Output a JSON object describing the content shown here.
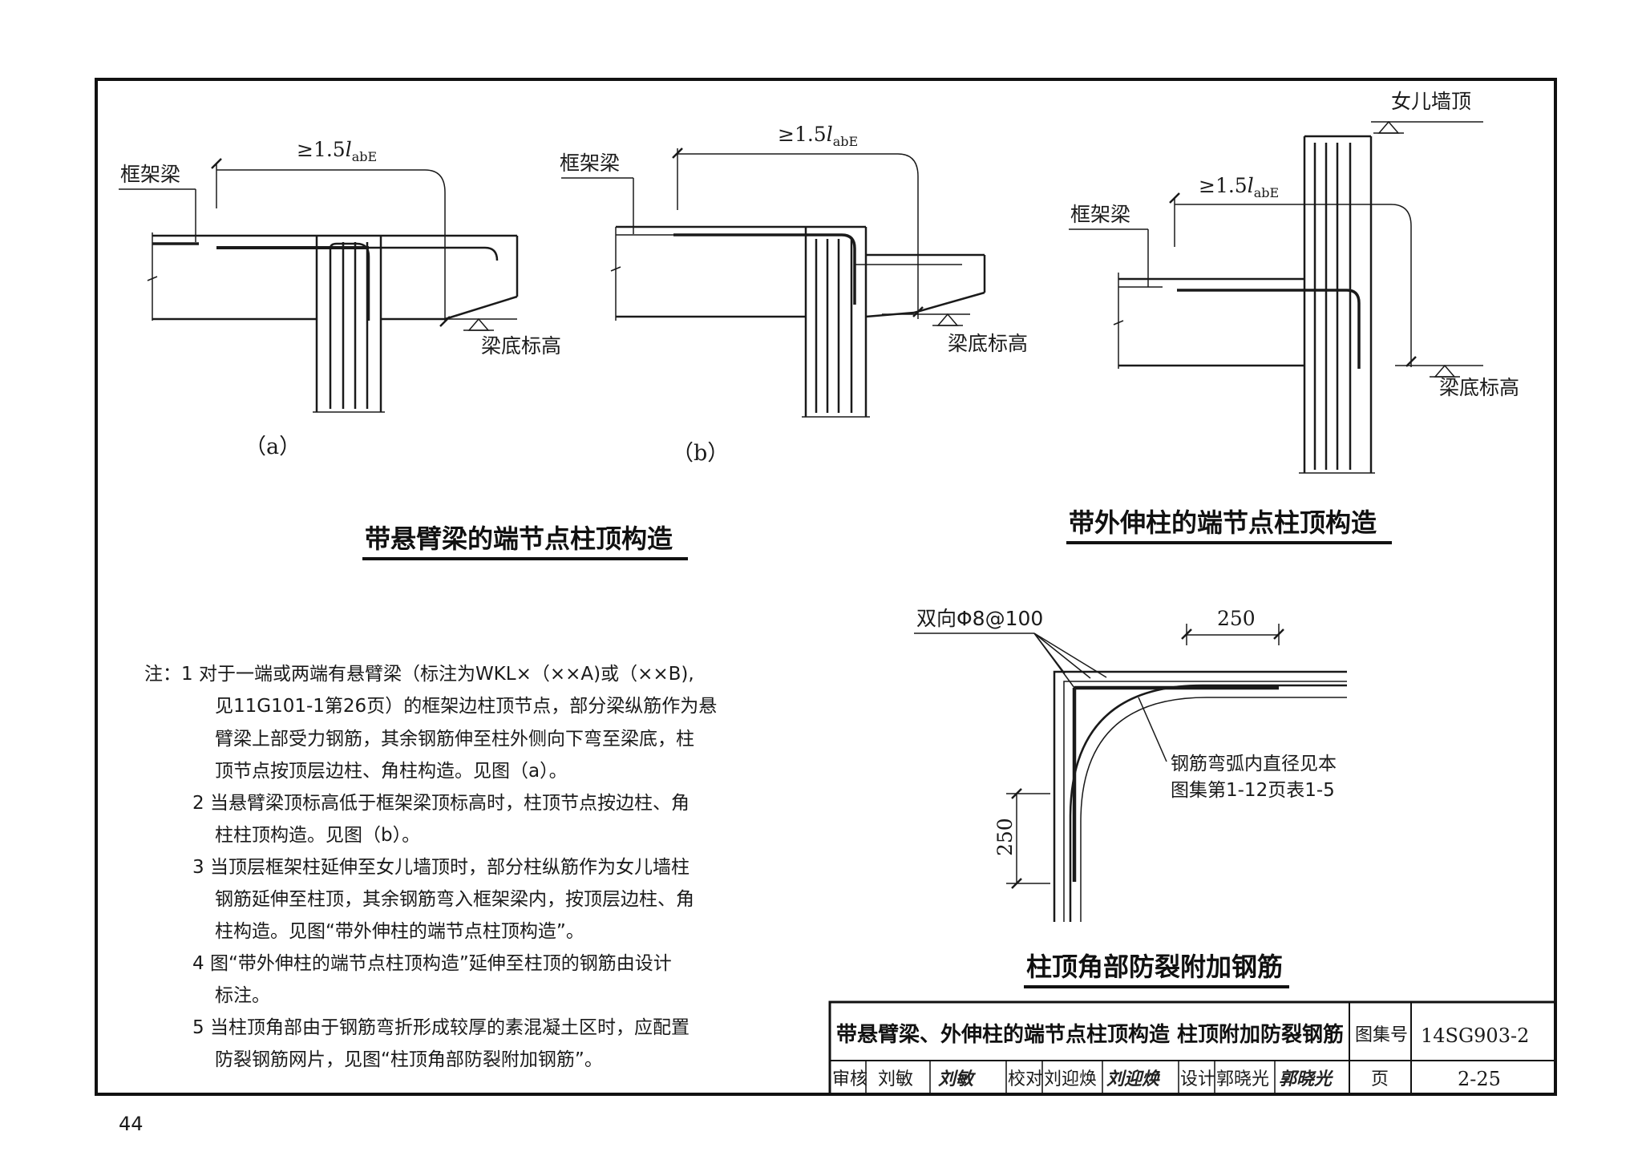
{
  "page_number": "44",
  "labels": {
    "frame_beam": "框架梁",
    "beam_bottom": "梁底标高",
    "parapet_top": "女儿墙顶",
    "anchor_ge": "≥1.5",
    "anchor_l": "l",
    "anchor_sub": "abE"
  },
  "captions": {
    "a": "（a）",
    "b": "（b）"
  },
  "headings": {
    "cantilever": "带悬臂梁的端节点柱顶构造",
    "extended": "带外伸柱的端节点柱顶构造",
    "anticrack": "柱顶角部防裂附加钢筋"
  },
  "detail_c": {
    "mesh_label": "双向Φ8@100",
    "dim_h": "250",
    "dim_v": "250",
    "radius_note_1": "钢筋弯弧内直径见本",
    "radius_note_2": "图集第1-12页表1-5"
  },
  "notes": [
    "注：1 对于一端或两端有悬臂梁（标注为WKL×（××A)或（××B),",
    "见11G101-1第26页）的框架边柱顶节点，部分梁纵筋作为悬",
    "臂梁上部受力钢筋，其余钢筋伸至柱外侧向下弯至梁底，柱",
    "顶节点按顶层边柱、角柱构造。见图（a）。",
    "2 当悬臂梁顶标高低于框架梁顶标高时，柱顶节点按边柱、角",
    "柱柱顶构造。见图（b）。",
    "3 当顶层框架柱延伸至女儿墙顶时，部分柱纵筋作为女儿墙柱",
    "钢筋延伸至柱顶，其余钢筋弯入框架梁内，按顶层边柱、角",
    "柱构造。见图“带外伸柱的端节点柱顶构造”。",
    "4 图“带外伸柱的端节点柱顶构造”延伸至柱顶的钢筋由设计",
    "标注。",
    "5 当柱顶角部由于钢筋弯折形成较厚的素混凝土区时，应配置",
    "防裂钢筋网片，见图“柱顶角部防裂附加钢筋”。"
  ],
  "title_block": {
    "title": "带悬臂梁、外伸柱的端节点柱顶构造 柱顶附加防裂钢筋",
    "atlas_label": "图集号",
    "atlas_no": "14SG903-2",
    "review_label": "审核",
    "reviewer": "刘敏",
    "review_sig": "刘敏",
    "check_label": "校对",
    "checker": "刘迎焕",
    "check_sig": "刘迎焕",
    "design_label": "设计",
    "designer": "郭晓光",
    "design_sig": "郭晓光",
    "page_label": "页",
    "page_no": "2-25"
  }
}
